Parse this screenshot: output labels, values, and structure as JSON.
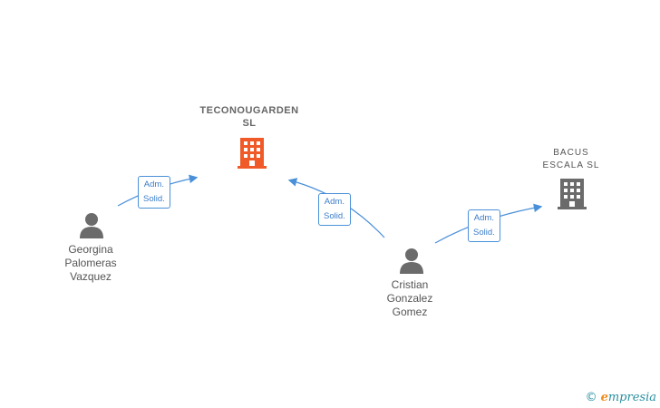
{
  "companies": [
    {
      "id": "teconougarden",
      "name_lines": [
        "TECONOUGARDEN",
        "SL"
      ],
      "color": "#f05a28"
    },
    {
      "id": "bacus",
      "name_lines": [
        "BACUS",
        "ESCALA  SL"
      ],
      "color": "#6b6b6b"
    }
  ],
  "persons": [
    {
      "id": "georgina",
      "name_lines": [
        "Georgina",
        "Palomeras",
        "Vazquez"
      ]
    },
    {
      "id": "cristian",
      "name_lines": [
        "Cristian",
        "Gonzalez",
        "Gomez"
      ]
    }
  ],
  "relations": [
    {
      "from": "georgina",
      "to": "teconougarden",
      "label_lines": [
        "Adm.",
        "Solid."
      ]
    },
    {
      "from": "cristian",
      "to": "teconougarden",
      "label_lines": [
        "Adm.",
        "Solid."
      ]
    },
    {
      "from": "cristian",
      "to": "bacus",
      "label_lines": [
        "Adm.",
        "Solid."
      ]
    }
  ],
  "colors": {
    "edge": "#4a90d9",
    "person": "#6b6b6b"
  },
  "brand": {
    "copyright": "©",
    "first_letter": "e",
    "rest": "mpresia"
  }
}
